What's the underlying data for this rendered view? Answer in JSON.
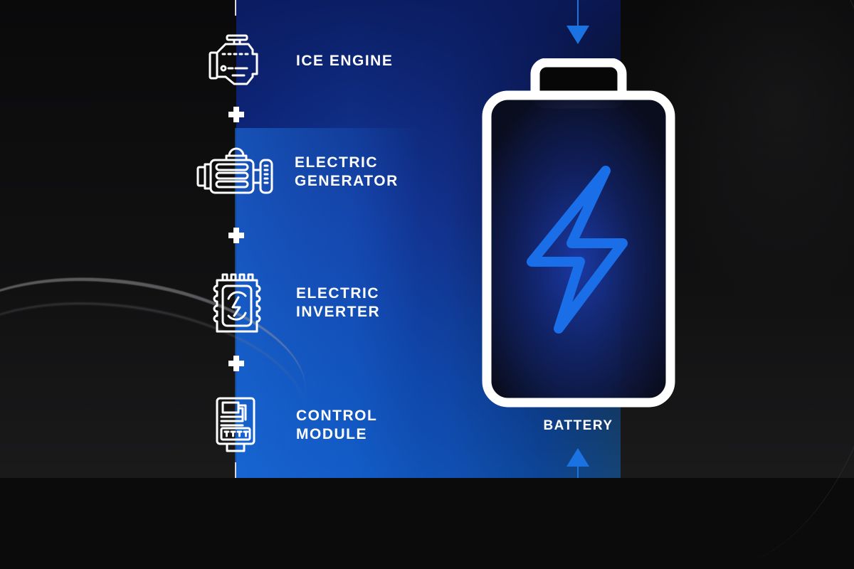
{
  "diagram": {
    "components": [
      {
        "id": "ice-engine",
        "label": "ICE ENGINE",
        "icon": "engine-icon"
      },
      {
        "id": "electric-generator",
        "label": "ELECTRIC\nGENERATOR",
        "icon": "generator-icon"
      },
      {
        "id": "electric-inverter",
        "label": "ELECTRIC\nINVERTER",
        "icon": "inverter-chip-icon"
      },
      {
        "id": "control-module",
        "label": "CONTROL\nMODULE",
        "icon": "control-module-icon"
      }
    ],
    "connector_symbol": "+",
    "battery": {
      "label": "BATTERY",
      "icon": "battery-lightning-icon"
    },
    "arrows": [
      {
        "position": "top",
        "direction": "down",
        "icon": "arrow-down-icon"
      },
      {
        "position": "bottom",
        "direction": "up",
        "icon": "arrow-up-icon"
      }
    ]
  },
  "colors": {
    "background": "#0b0b0c",
    "accent_blue": "#1a73e0",
    "band_blue": "#123a9e",
    "text": "#ffffff"
  }
}
